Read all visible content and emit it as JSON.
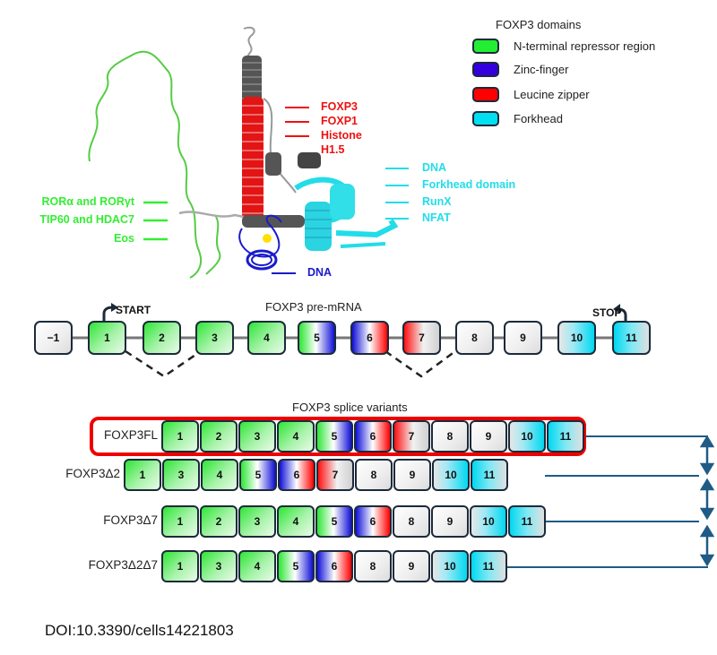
{
  "legend": {
    "title": "FOXP3 domains",
    "items": [
      {
        "label": "N-terminal repressor region",
        "color": "#22ee33"
      },
      {
        "label": "Zinc-finger",
        "color": "#3300dd"
      },
      {
        "label": "Leucine zipper",
        "color": "#ff0000"
      },
      {
        "label": "Forkhead",
        "color": "#00e0f0"
      }
    ]
  },
  "structure": {
    "leucine_zipper_partners": [
      "FOXP3",
      "FOXP1",
      "Histone",
      "H1.5"
    ],
    "forkhead_partners": [
      "DNA",
      "Forkhead domain",
      "RunX",
      "NFAT"
    ],
    "n_terminal_partners": [
      "RORα and RORγt",
      "TIP60 and HDAC7",
      "Eos"
    ],
    "zinc_finger_partners": [
      "DNA"
    ],
    "colors": {
      "n_terminal": "#33ee33",
      "zinc_finger": "#1a1acc",
      "leucine_zipper": "#ee1111",
      "forkhead": "#22dde8",
      "other": "#666666"
    }
  },
  "pre_mrna": {
    "title": "FOXP3 pre-mRNA",
    "start_label": "START",
    "stop_label": "STOP",
    "exons": [
      {
        "label": "−1",
        "style": "w"
      },
      {
        "label": "1",
        "style": "g"
      },
      {
        "label": "2",
        "style": "g"
      },
      {
        "label": "3",
        "style": "g"
      },
      {
        "label": "4",
        "style": "g"
      },
      {
        "label": "5",
        "style": "gb"
      },
      {
        "label": "6",
        "style": "br"
      },
      {
        "label": "7",
        "style": "rg"
      },
      {
        "label": "8",
        "style": "w"
      },
      {
        "label": "9",
        "style": "w"
      },
      {
        "label": "10",
        "style": "wc"
      },
      {
        "label": "11",
        "style": "cw"
      }
    ],
    "spliced_out": [
      "2",
      "7"
    ]
  },
  "splice_variants": {
    "title": "FOXP3 splice variants",
    "variants": [
      {
        "name": "FOXP3FL",
        "highlighted": true,
        "exons": [
          {
            "label": "1",
            "style": "g"
          },
          {
            "label": "2",
            "style": "g"
          },
          {
            "label": "3",
            "style": "g"
          },
          {
            "label": "4",
            "style": "g"
          },
          {
            "label": "5",
            "style": "gb"
          },
          {
            "label": "6",
            "style": "br"
          },
          {
            "label": "7",
            "style": "rg"
          },
          {
            "label": "8",
            "style": "w"
          },
          {
            "label": "9",
            "style": "w"
          },
          {
            "label": "10",
            "style": "wc"
          },
          {
            "label": "11",
            "style": "cw"
          }
        ]
      },
      {
        "name": "FOXP3Δ2",
        "highlighted": false,
        "exons": [
          {
            "label": "1",
            "style": "g"
          },
          {
            "label": "3",
            "style": "g"
          },
          {
            "label": "4",
            "style": "g"
          },
          {
            "label": "5",
            "style": "gb"
          },
          {
            "label": "6",
            "style": "br"
          },
          {
            "label": "7",
            "style": "rg"
          },
          {
            "label": "8",
            "style": "w"
          },
          {
            "label": "9",
            "style": "w"
          },
          {
            "label": "10",
            "style": "wc"
          },
          {
            "label": "11",
            "style": "cw"
          }
        ]
      },
      {
        "name": "FOXP3Δ7",
        "highlighted": false,
        "exons": [
          {
            "label": "1",
            "style": "g"
          },
          {
            "label": "2",
            "style": "g"
          },
          {
            "label": "3",
            "style": "g"
          },
          {
            "label": "4",
            "style": "g"
          },
          {
            "label": "5",
            "style": "gb"
          },
          {
            "label": "6",
            "style": "br"
          },
          {
            "label": "8",
            "style": "w"
          },
          {
            "label": "9",
            "style": "w"
          },
          {
            "label": "10",
            "style": "wc"
          },
          {
            "label": "11",
            "style": "cw"
          }
        ]
      },
      {
        "name": "FOXP3Δ2Δ7",
        "highlighted": false,
        "exons": [
          {
            "label": "1",
            "style": "g"
          },
          {
            "label": "3",
            "style": "g"
          },
          {
            "label": "4",
            "style": "g"
          },
          {
            "label": "5",
            "style": "gb"
          },
          {
            "label": "6",
            "style": "br"
          },
          {
            "label": "8",
            "style": "w"
          },
          {
            "label": "9",
            "style": "w"
          },
          {
            "label": "10",
            "style": "wc"
          },
          {
            "label": "11",
            "style": "cw"
          }
        ]
      }
    ],
    "bracket_color": "#1f5b85",
    "highlight_color": "#ee0000"
  },
  "footer": {
    "doi": "DOI:10.3390/cells14221803"
  }
}
